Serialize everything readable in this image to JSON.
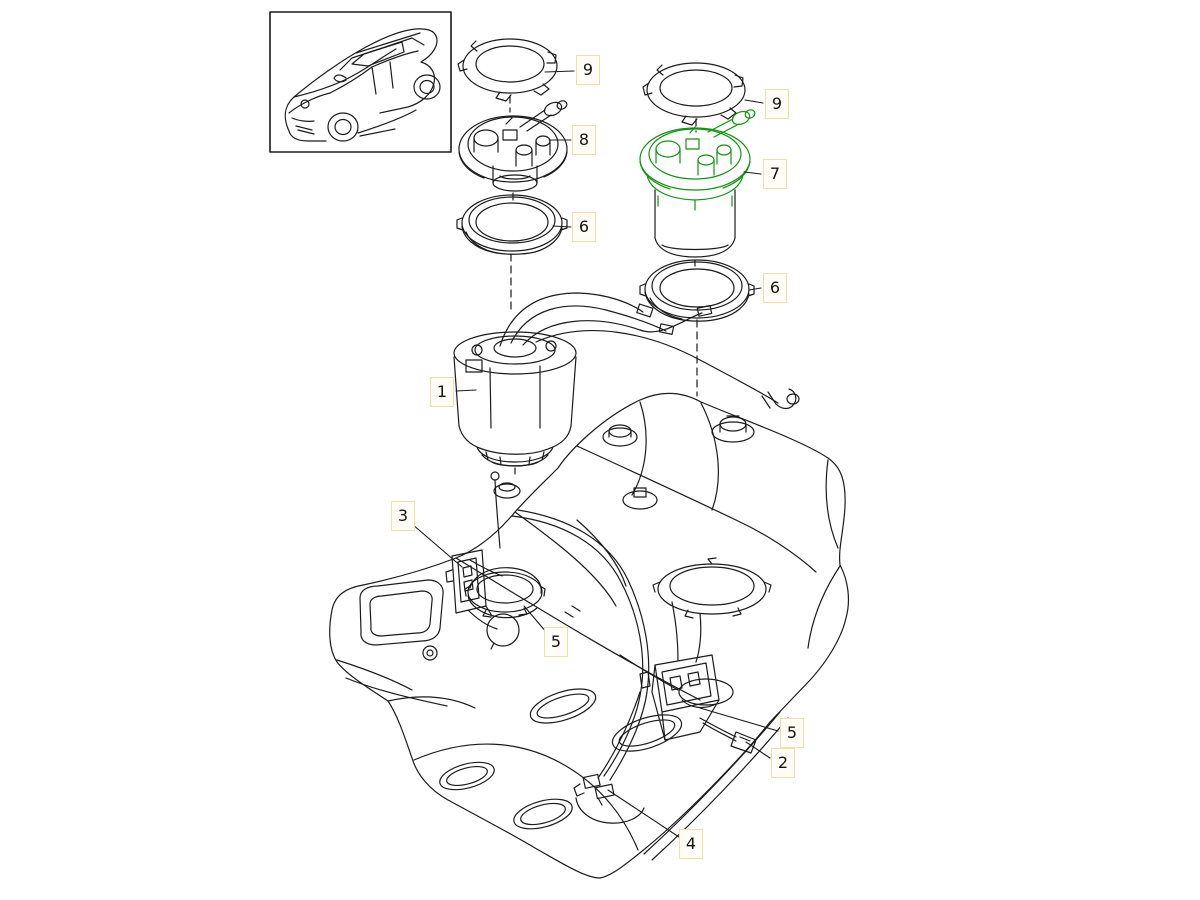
{
  "diagram": {
    "type": "exploded-parts-diagram",
    "subject": "fuel-tank-and-delivery-unit",
    "highlighted_callout": "7",
    "colors": {
      "line": "#1b1b1b",
      "highlight_green": "#119412",
      "callout_border": "#f0e0a8",
      "callout_fill": "#fffdf6",
      "background": "#ffffff"
    },
    "callouts": [
      {
        "id": "9-left",
        "label": "9"
      },
      {
        "id": "8",
        "label": "8"
      },
      {
        "id": "6-left",
        "label": "6"
      },
      {
        "id": "9-right",
        "label": "9"
      },
      {
        "id": "7",
        "label": "7"
      },
      {
        "id": "6-right",
        "label": "6"
      },
      {
        "id": "1",
        "label": "1"
      },
      {
        "id": "3",
        "label": "3"
      },
      {
        "id": "5-left",
        "label": "5"
      },
      {
        "id": "5-right",
        "label": "5"
      },
      {
        "id": "2",
        "label": "2"
      },
      {
        "id": "4",
        "label": "4"
      }
    ]
  }
}
